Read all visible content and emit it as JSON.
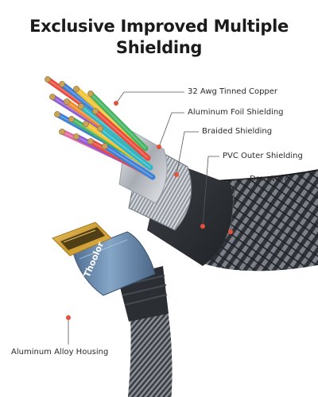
{
  "title": {
    "line1": "Exclusive Improved Multiple",
    "line2": "Shielding"
  },
  "callouts": [
    {
      "id": "copper",
      "label": "32 Awg Tinned Copper"
    },
    {
      "id": "foil",
      "label": "Aluminum Foil Shielding"
    },
    {
      "id": "braided",
      "label": "Braided Shielding"
    },
    {
      "id": "pvc",
      "label": "PVC Outer Shielding"
    },
    {
      "id": "dron",
      "label": "Dron Wire"
    },
    {
      "id": "housing",
      "label": "Aluminum Alloy Housing"
    }
  ],
  "brand": "Thoolor",
  "colors": {
    "accent_dot": "#e8503a",
    "housing": "#6c8db0",
    "gold": "#d4a73a",
    "braid_dark": "#2f3338",
    "braid_light": "#7b8088"
  }
}
